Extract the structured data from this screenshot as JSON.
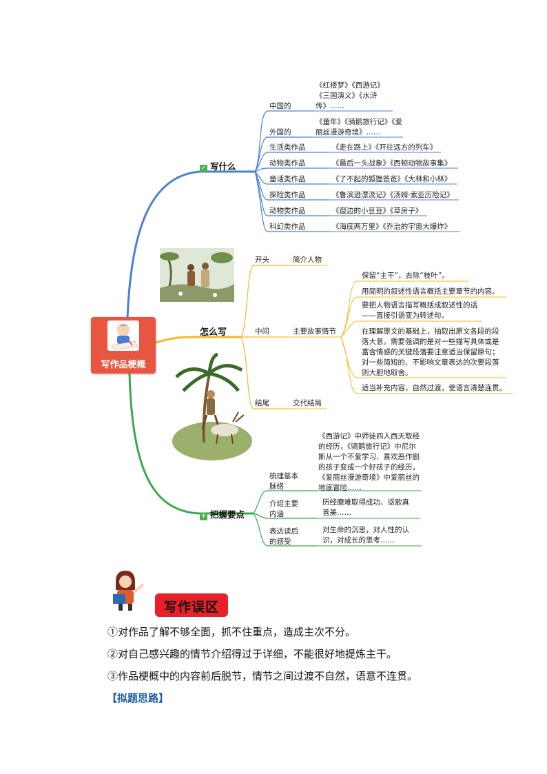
{
  "center": {
    "label": "写作品梗概"
  },
  "branches": {
    "what": {
      "label": "写什么",
      "items": [
        {
          "cat": "中国的",
          "works": "《红楼梦》《西游记》《三国演义》《水浒传》……"
        },
        {
          "cat": "外国的",
          "works": "《童年》《骑鹅旅行记》《爱丽丝漫游奇境》……"
        },
        {
          "cat": "生活类作品",
          "works": "《走在路上》《开往远方的列车》"
        },
        {
          "cat": "动物类作品",
          "works": "《最后一头战象》《西顿动物故事集》"
        },
        {
          "cat": "童话类作品",
          "works": "《了不起的狐狸爸爸》《大林和小林》"
        },
        {
          "cat": "探险类作品",
          "works": "《鲁滨逊漂流记》《汤姆·索亚历险记》"
        },
        {
          "cat": "动物类作品",
          "works": "《窗边的小豆豆》《草房子》"
        },
        {
          "cat": "科幻类作品",
          "works": "《海底两万里》《乔治的宇宙大爆炸》"
        }
      ]
    },
    "how": {
      "label": "怎么写",
      "start": {
        "label": "开头",
        "value": "简介人物"
      },
      "middle": {
        "label": "中间",
        "value": "主要故事情节",
        "tips": [
          "保留“主干”，去除“枝叶”。",
          "用简明的叙述性语言概括主要章节的内容。",
          "要把人物语言描写概括成叙述性的话——直接引语变为转述句。",
          "在理解原文的基础上，抽取出原文各段的段落大意。需要强调的是对一些描写具体或是富含情感的关键段落要注意适当保留原句；对一些简短的、不影响文章表达的次要段落则大胆地取舍。",
          "适当补充内容，自然过渡，使语言清楚连贯。"
        ]
      },
      "end": {
        "label": "结尾",
        "value": "交代结局"
      }
    },
    "key": {
      "label": "把握要点",
      "items": [
        {
          "cat": "梳理基本脉络",
          "text": "《西游记》中师徒四人西天取经的经历，《骑鹅旅行记》中尼尔斯从一个不爱学习、喜欢恶作剧的孩子变成一个好孩子的经历，《爱丽丝漫游奇境》中爱丽丝的地底冒险……"
        },
        {
          "cat": "介绍主要内涵",
          "text": "历经磨难取得成功、讴歌真善美……"
        },
        {
          "cat": "表达读后的感受",
          "text": "对生命的沉思，对人性的认识，对成长的思考……"
        }
      ]
    }
  },
  "mistakes": {
    "title": "写作误区",
    "items": [
      "①对作品了解不够全面，抓不住重点，造成主次不分。",
      "②对自己感兴趣的情节介绍得过于详细，不能很好地提炼主干。",
      "③作品梗概中的内容前后脱节，情节之间过渡不自然，语意不连贯。"
    ]
  },
  "next_section": "【拟题思路】",
  "colors": {
    "blue": "#4a7fd6",
    "yellow": "#f2b928",
    "green": "#3aa84a",
    "center": "#e85540",
    "banner": "#e8202a",
    "heading": "#1f5fa8"
  }
}
